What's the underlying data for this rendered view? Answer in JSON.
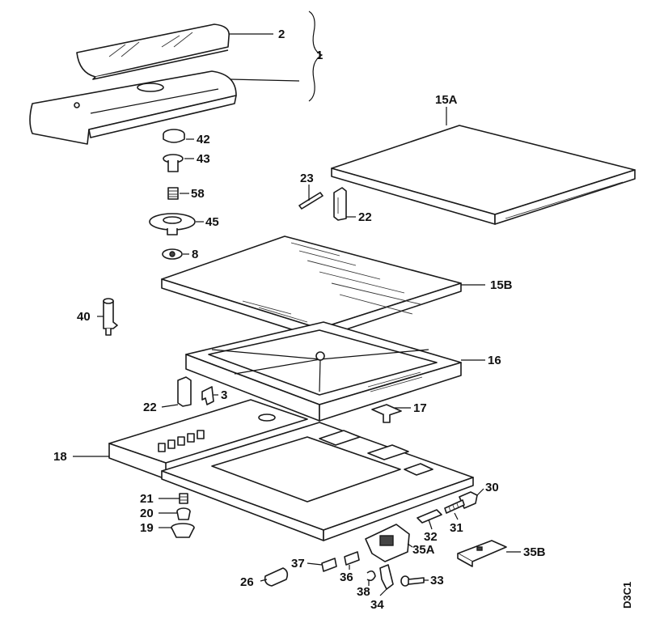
{
  "labels": {
    "p1": "1",
    "p2": "2",
    "p15a": "15A",
    "p42": "42",
    "p43": "43",
    "p58": "58",
    "p45": "45",
    "p8": "8",
    "p23": "23",
    "p22a": "22",
    "p15b": "15B",
    "p40": "40",
    "p16": "16",
    "p22b": "22",
    "p3": "3",
    "p17": "17",
    "p18": "18",
    "p21": "21",
    "p20": "20",
    "p19": "19",
    "p30": "30",
    "p31": "31",
    "p32": "32",
    "p35a": "35A",
    "p35b": "35B",
    "p37": "37",
    "p36": "36",
    "p26": "26",
    "p38": "38",
    "p34": "34",
    "p33": "33"
  },
  "drawing_code": "D3C1"
}
